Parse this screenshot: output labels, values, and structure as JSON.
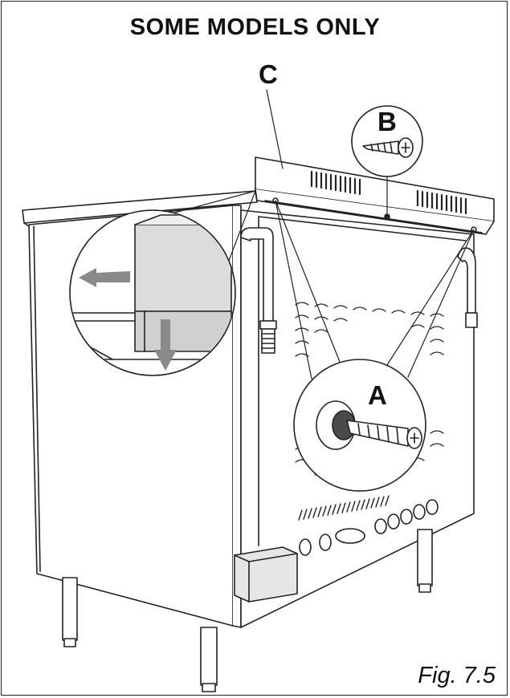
{
  "figure": {
    "heading": "SOME MODELS ONLY",
    "caption": "Fig. 7.5",
    "callouts": {
      "a": "A",
      "b": "B",
      "c": "C"
    }
  },
  "colors": {
    "ink": "#222222",
    "panel_grey": "#dcdcdc",
    "arrow_grey": "#8a8a8a",
    "bush_dark": "#4a4a4a"
  },
  "icons": {
    "arrow_left": "arrow-left-icon",
    "arrow_down": "arrow-down-icon",
    "screw": "screw-icon"
  }
}
